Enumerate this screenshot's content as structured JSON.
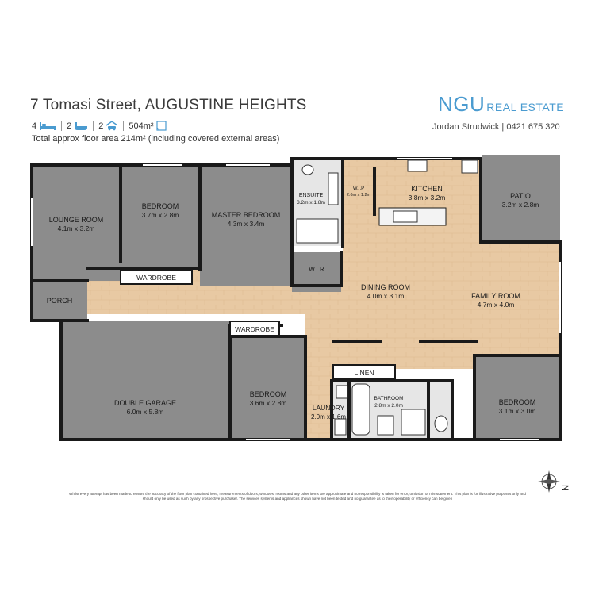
{
  "header": {
    "address": "7 Tomasi Street, AUGUSTINE HEIGHTS",
    "logo_main": "NGU",
    "logo_sub": "REAL ESTATE",
    "agent": "Jordan Strudwick | 0421 675 320"
  },
  "stats": {
    "bedrooms": "4",
    "bathrooms": "2",
    "garages": "2",
    "land_area": "504m²",
    "bed_icon": "bed-icon",
    "bath_icon": "bath-icon",
    "car_icon": "car-icon",
    "land_icon": "land-icon"
  },
  "floor_area_note": "Total approx floor area 214m² (including covered external areas)",
  "rooms": {
    "lounge": {
      "name": "LOUNGE ROOM",
      "size": "4.1m x 3.2m"
    },
    "bedroom1": {
      "name": "BEDROOM",
      "size": "3.7m x 2.8m"
    },
    "master": {
      "name": "MASTER BEDROOM",
      "size": "4.3m x 3.4m"
    },
    "ensuite": {
      "name": "ENSUITE",
      "size": "3.2m x 1.8m"
    },
    "wip": {
      "name": "W.I.P",
      "size": "2.6m x 1.2m"
    },
    "kitchen": {
      "name": "KITCHEN",
      "size": "3.8m x 3.2m"
    },
    "patio": {
      "name": "PATIO",
      "size": "3.2m x 2.8m"
    },
    "wardrobe1": "WARDROBE",
    "wir": "W.I.R",
    "porch": "PORCH",
    "dining": {
      "name": "DINING ROOM",
      "size": "4.0m x 3.1m"
    },
    "family": {
      "name": "FAMILY ROOM",
      "size": "4.7m x 4.0m"
    },
    "wardrobe2": "WARDROBE",
    "garage": {
      "name": "DOUBLE GARAGE",
      "size": "6.0m x 5.8m"
    },
    "bedroom2": {
      "name": "BEDROOM",
      "size": "3.6m x 2.8m"
    },
    "linen": "LINEN",
    "laundry": {
      "name": "LAUNDRY",
      "size": "2.0m x 1.6m"
    },
    "bathroom": {
      "name": "BATHROOM",
      "size": "2.8m x 2.0m"
    },
    "bedroom3": {
      "name": "BEDROOM",
      "size": "3.1m x 3.0m"
    }
  },
  "compass_label": "N",
  "compass_icon": "compass-icon",
  "disclaimer": "Whilst every attempt has been made to ensure the accuracy of the floor plan contained here, measurements of doors, windows, rooms and any other items are approximate and no responsibility is taken for error, omission or mis-statement. This plan is for illustrative purposes only and should only be used as such by any prospective purchaser. The services systems and appliances shown have not been tested and no guarantee as to their operability or efficiency can be given",
  "colors": {
    "wall": "#1a1a1a",
    "room_grey": "#8c8c8c",
    "wet_area": "#e6e6e6",
    "floor_wood": "#e8c9a3",
    "brand": "#4a9bd0"
  }
}
